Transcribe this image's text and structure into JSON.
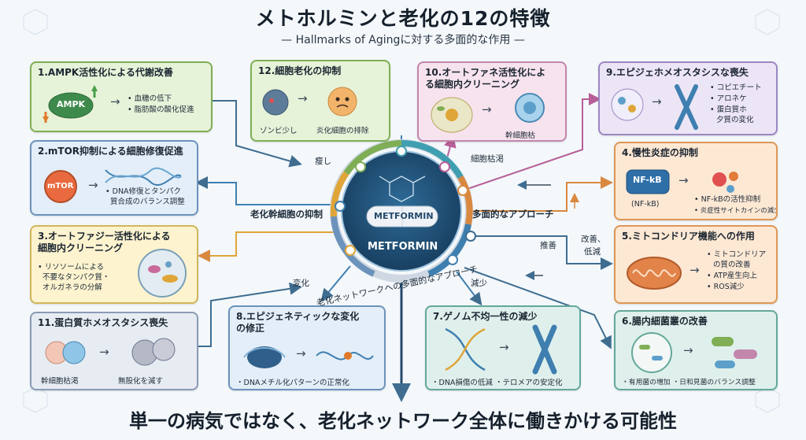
{
  "header": {
    "title": "メトホルミンと老化の12の特徴",
    "subtitle": "— Hallmarks of Agingに対する多面的な作用 —"
  },
  "center": {
    "pill_top": "METFORMIN",
    "pill_bottom": "METFORMIN"
  },
  "ring_labels": {
    "label_left": "老化幹細胞の抑制",
    "label_right": "多面的なアプローチ",
    "label_arc": "老化ネットワークへの多面的なアプローチ",
    "label_top_left": "瘦し",
    "label_top_right": "細胞枯渇",
    "label_bottom_left": "変化",
    "label_bottom_right": "減少",
    "label_mid_right": "推善",
    "label_right_2": "改善、",
    "label_right_3": "低減"
  },
  "boxes": {
    "b1": {
      "title": "1.AMPK活性化による代謝改善",
      "icon": "AMPK",
      "bullets": [
        "• 血糖の低下",
        "• 脂肪酸の酸化促進"
      ]
    },
    "b2": {
      "title": "2.mTOR抑制による細胞修復促進",
      "icon": "mTOR",
      "bullets": [
        "• DNA修復とタンパク",
        "質合成のバランス調整"
      ]
    },
    "b3": {
      "title": "3.オートファジー活性化による",
      "title2": "細胞内クリーニング",
      "bullets": [
        "• リソソームによる",
        "不要なタンパク質・",
        "オルガネラの分解"
      ]
    },
    "b11": {
      "title": "11.蛋白質ホメオスタシス喪失",
      "cap_left": "幹細胞枯渇",
      "cap_right": "無股化を減す"
    },
    "b8": {
      "title": "8.エピジェネティックな変化",
      "title2": "の修正",
      "cap": "・DNAメチル化パターンの正常化"
    },
    "b12": {
      "title": "12.細胞老化の抑制",
      "cap_left": "ゾンビ少し",
      "cap_right": "炎化細胞の排除"
    },
    "b10": {
      "title": "10.オートファネ活性化によ",
      "title2": "る細胞内クリーニング",
      "cap": "幹細胞枯"
    },
    "b7": {
      "title": "7.ゲノム不均一性の減少",
      "cap": "・DNA損傷の低減 ・テロメアの安定化"
    },
    "b9": {
      "title": "9.エピジェホメオスタシスな喪失",
      "bullets": [
        "• コピエチート",
        "• アロネケ",
        "• 蛋白質ホ",
        "夕質の変化"
      ]
    },
    "b4": {
      "title": "4.慢性炎症の抑制",
      "icon": "NF-kB",
      "icon_cap": "(NF-kB)",
      "bullets": [
        "• NF-kBの活性抑制",
        "• 炎症性サイトカインの減少"
      ]
    },
    "b5": {
      "title": "5.ミトコンドリア機能への作用",
      "bullets": [
        "• ミトコンドリア",
        "の質の改善",
        "• ATP産生向上",
        "• ROS減少"
      ]
    },
    "b6": {
      "title": "6.腸内細菌叢の改善",
      "cap": "・有用菌の増加 ・日和見菌のバランス調整"
    }
  },
  "footer": {
    "text": "単一の病気ではなく、老化ネットワーク全体に働きかける可能性"
  },
  "colors": {
    "green": "#7fae55",
    "blue": "#3f7fb0",
    "yellow": "#d2b65a",
    "pink": "#c386ad",
    "orange": "#df9655",
    "teal": "#64a89a",
    "navy": "#23496b"
  }
}
